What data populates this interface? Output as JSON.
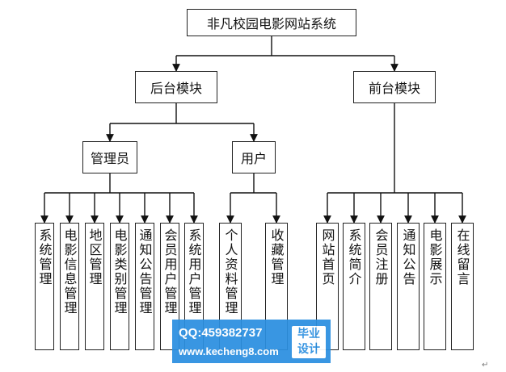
{
  "root": "非凡校园电影网站系统",
  "backend": {
    "label": "后台模块",
    "admin": {
      "label": "管理员",
      "children": [
        "系统管理",
        "电影信息管理",
        "地区管理",
        "电影类别管理",
        "通知公告管理",
        "会员用户管理",
        "系统用户管理"
      ]
    },
    "user": {
      "label": "用户",
      "children": [
        "个人资料管理",
        "收藏管理"
      ]
    }
  },
  "frontend": {
    "label": "前台模块",
    "children": [
      "网站首页",
      "系统简介",
      "会员注册",
      "通知公告",
      "电影展示",
      "在线留言"
    ]
  },
  "watermark": {
    "qq": "QQ:459382737",
    "site": "www.kecheng8.com",
    "badge_line1": "毕业",
    "badge_line2": "设计"
  },
  "footer_mark": "↵"
}
